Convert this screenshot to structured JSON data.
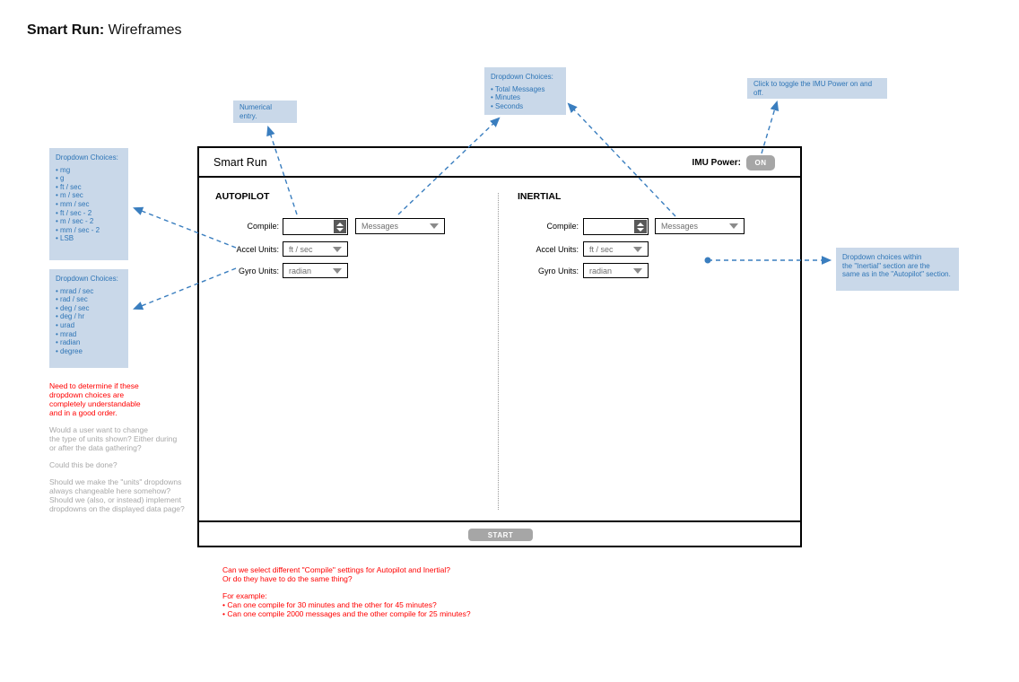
{
  "page": {
    "title_bold": "Smart Run:",
    "title_rest": " Wireframes"
  },
  "annotations": {
    "accel_choices": {
      "title": "Dropdown Choices:",
      "items": [
        "mg",
        "g",
        "ft / sec",
        "m / sec",
        "mm / sec",
        "ft / sec - 2",
        "m / sec - 2",
        "mm / sec - 2",
        "LSB"
      ]
    },
    "gyro_choices": {
      "title": "Dropdown Choices:",
      "items": [
        "mrad / sec",
        "rad / sec",
        "deg / sec",
        "deg / hr",
        "urad",
        "mrad",
        "radian",
        "degree"
      ]
    },
    "numerical_entry": "Numerical entry.",
    "compile_choices": {
      "title": "Dropdown Choices:",
      "items": [
        "Total Messages",
        "Minutes",
        "Seconds"
      ]
    },
    "imu_toggle": "Click to toggle the IMU Power on and off.",
    "inertial_same": "Dropdown choices within\nthe \"Inertial\" section are the\nsame as in the \"Autopilot\" section."
  },
  "notes": {
    "red_left": "Need to determine if these\ndropdown choices are\ncompletely understandable\nand in a good order.",
    "gray_change_units": "Would a user want to change\nthe type of units shown? Either during\nor after the data gathering?",
    "gray_could": "Could this be done?",
    "gray_should": "Should we make the \"units\" dropdowns\nalways changeable here somehow?\nShould we (also, or instead) implement\ndropdowns on the displayed data page?",
    "red_bottom_q": "Can we select different \"Compile\" settings for Autopilot and Inertial?\nOr do they have to do the same thing?",
    "red_bottom_example": "For example:\n• Can one compile for 30 minutes and the other for 45 minutes?\n• Can one compile 2000 messages and the other compile for 25 minutes?"
  },
  "app": {
    "title": "Smart Run",
    "imu_power_label": "IMU Power:",
    "imu_power_state": "ON",
    "start_label": "START",
    "sections": [
      {
        "name": "AUTOPILOT",
        "compile_label": "Compile:",
        "compile_value": "",
        "compile_unit": "Messages",
        "accel_label": "Accel Units:",
        "accel_value": "ft / sec",
        "gyro_label": "Gyro Units:",
        "gyro_value": "radian"
      },
      {
        "name": "INERTIAL",
        "compile_label": "Compile:",
        "compile_value": "",
        "compile_unit": "Messages",
        "accel_label": "Accel Units:",
        "accel_value": "ft / sec",
        "gyro_label": "Gyro Units:",
        "gyro_value": "radian"
      }
    ]
  },
  "colors": {
    "annotation_bg": "#c9d8e9",
    "annotation_text": "#2e75b6",
    "arrow_blue": "#3a7ebf",
    "note_red": "#ff0000",
    "note_gray": "#a8a8a8",
    "button_gray": "#a6a6a6",
    "border_black": "#000000"
  }
}
